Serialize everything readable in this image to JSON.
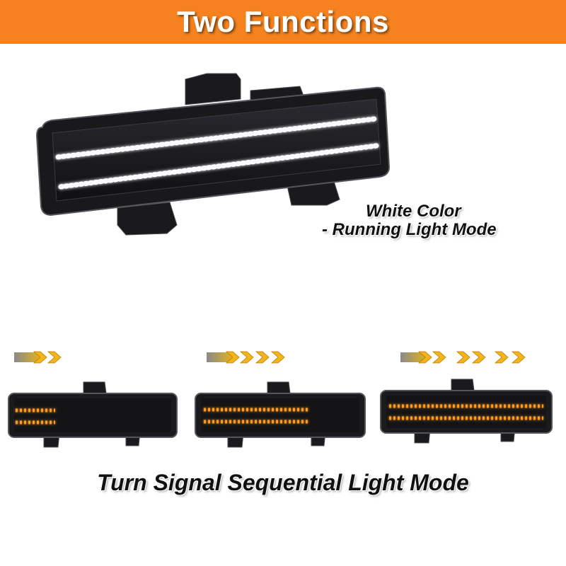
{
  "banner": {
    "title": "Two Functions"
  },
  "running_light": {
    "line1": "White Color",
    "line2": "- Running Light Mode"
  },
  "turn_signal": {
    "caption": "Turn Signal Sequential Light Mode",
    "steps": 3
  },
  "colors": {
    "banner": "#f5821f",
    "amber_led": "#ff9a1a",
    "white_led": "#ffffff",
    "housing": "#1b1b1e"
  },
  "icons": [
    "sequential-arrow-icon"
  ]
}
